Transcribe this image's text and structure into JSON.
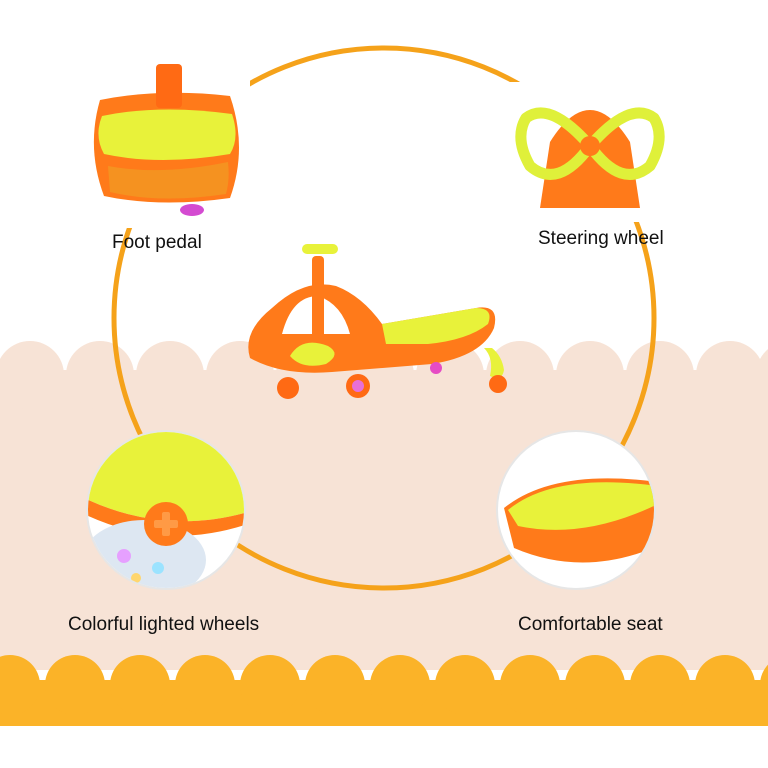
{
  "features": {
    "foot_pedal": "Foot pedal",
    "steering_wheel": "Steering wheel",
    "lighted_wheels": "Colorful lighted wheels",
    "comfortable_seat": "Comfortable seat"
  },
  "colors": {
    "orange": "#ff7a1a",
    "yellow": "#e8f23a",
    "ring": "#f5a21a",
    "peach": "#f7e3d6",
    "band": "#fbb328"
  }
}
